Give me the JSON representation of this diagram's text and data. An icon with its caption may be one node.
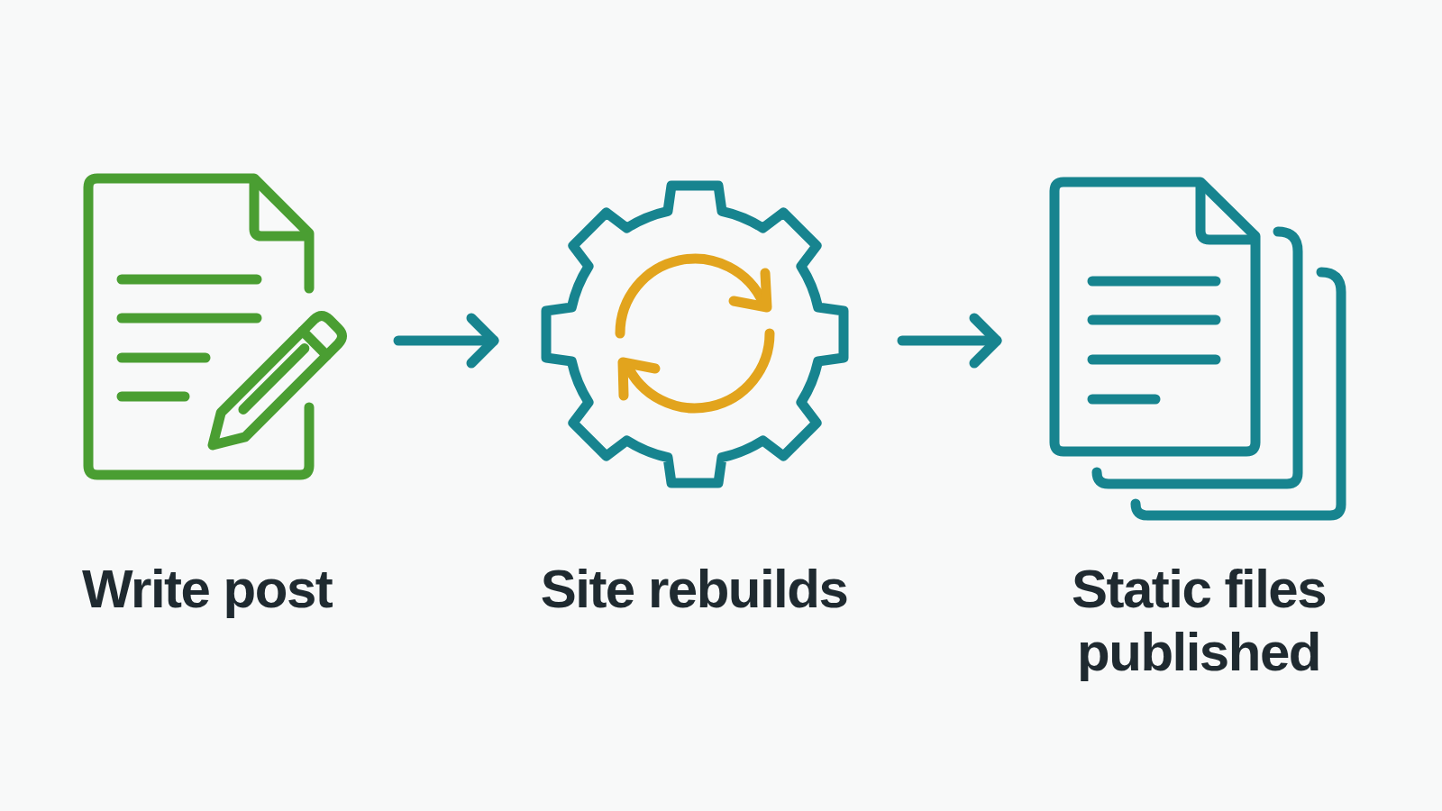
{
  "diagram": {
    "nodes": [
      {
        "text": [
          "Write post"
        ]
      },
      {
        "text": [
          "Site rebuilds"
        ]
      },
      {
        "text": [
          "Static files published"
        ]
      }
    ],
    "edges": [
      {
        "from": 0,
        "to": 1,
        "arrow": "to"
      },
      {
        "from": 1,
        "to": 2,
        "arrow": "to"
      }
    ]
  }
}
